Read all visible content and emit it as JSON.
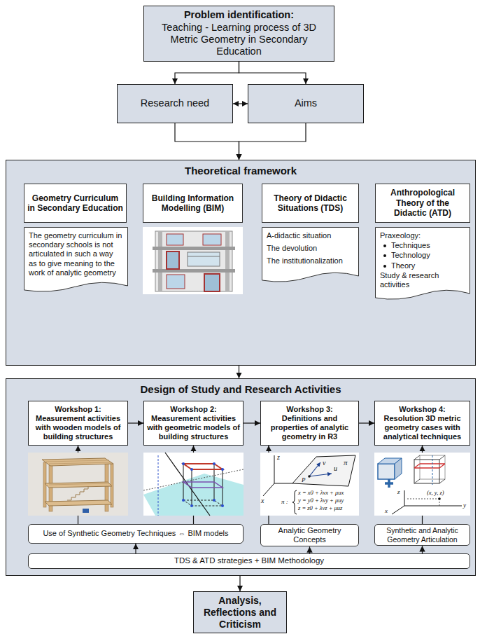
{
  "diagram": {
    "nodes": [
      {
        "text": [
          "Problem identification:",
          "Teaching - Learning process of 3D Metric Geometry in Secondary Education"
        ]
      },
      {
        "text": [
          "Research need"
        ]
      },
      {
        "text": [
          "Aims"
        ]
      },
      {
        "text": [
          "Theoretical framework"
        ]
      },
      {
        "text": [
          "Geometry Curriculum in Secondary Education"
        ],
        "in": 3
      },
      {
        "text": [
          "The geometry curriculum in secondary schools is not articulated in such a way as to give meaning to the work of analytic geometry"
        ],
        "in": 3
      },
      {
        "text": [
          "Building Information Modelling (BIM)"
        ],
        "in": 3
      },
      {
        "text": [
          "Theory of Didactic Situations (TDS)"
        ],
        "in": 3
      },
      {
        "text": [
          "A-didactic situation",
          "The devolution",
          "The institutionalization"
        ],
        "in": 3
      },
      {
        "text": [
          "Anthropological Theory of the Didactic (ATD)"
        ],
        "in": 3
      },
      {
        "text": [
          "Praxeology:",
          "Techniques",
          "Technology",
          "Theory",
          "Study & research activities"
        ],
        "in": 3
      },
      {
        "text": [
          "Design of Study and Research Activities"
        ]
      },
      {
        "text": [
          "Workshop 1:",
          "Measurement activities with wooden models of building structures"
        ],
        "in": 11
      },
      {
        "text": [
          "Workshop 2:",
          "Measurement activities with geometric models of building structures"
        ],
        "in": 11
      },
      {
        "text": [
          "Workshop 3:",
          "Definitions and properties of analytic geometry in R3"
        ],
        "in": 11
      },
      {
        "text": [
          "Workshop 4:",
          "Resolution 3D metric geometry cases with analytical techniques"
        ],
        "in": 11
      },
      {
        "text": [
          "Use of Synthetic Geometry Techniques ⇔ BIM models"
        ],
        "in": 11
      },
      {
        "text": [
          "Analytic Geometry Concepts"
        ],
        "in": 11
      },
      {
        "text": [
          "Synthetic and Analytic Geometry Articulation"
        ],
        "in": 11
      },
      {
        "text": [
          "TDS & ATD strategies + BIM Methodology"
        ],
        "in": 11
      },
      {
        "text": [
          "Analysis, Reflections and Criticism"
        ]
      }
    ],
    "edges": [
      {
        "from": 0,
        "to": 1,
        "arrow": "to"
      },
      {
        "from": 0,
        "to": 2,
        "arrow": "to"
      },
      {
        "from": 1,
        "to": 2,
        "arrow": "both"
      },
      {
        "from": 1,
        "to": 3,
        "arrow": "to"
      },
      {
        "from": 2,
        "to": 3,
        "arrow": "to"
      },
      {
        "from": 3,
        "to": 11,
        "arrow": "to"
      },
      {
        "from": 12,
        "to": 13,
        "arrow": "to"
      },
      {
        "from": 13,
        "to": 14,
        "arrow": "to"
      },
      {
        "from": 14,
        "to": 15,
        "arrow": "to"
      },
      {
        "from": 16,
        "to": 12,
        "arrow": "to"
      },
      {
        "from": 16,
        "to": 13,
        "arrow": "to"
      },
      {
        "from": 17,
        "to": 14,
        "arrow": "to"
      },
      {
        "from": 18,
        "to": 15,
        "arrow": "to"
      },
      {
        "from": 19,
        "to": 16,
        "arrow": "to"
      },
      {
        "from": 19,
        "to": 17,
        "arrow": "to"
      },
      {
        "from": 19,
        "to": 18,
        "arrow": "to"
      },
      {
        "from": 11,
        "to": 20,
        "arrow": "to"
      }
    ],
    "labels": [
      "z",
      "π",
      "v",
      "u",
      "P",
      "x",
      "π :",
      "x = x0 + λvx + μux",
      "y = y0 + λvy + μuy",
      "z = z0 + λvz + μuz",
      "z",
      "(x, y, z)",
      "y",
      "x"
    ]
  }
}
